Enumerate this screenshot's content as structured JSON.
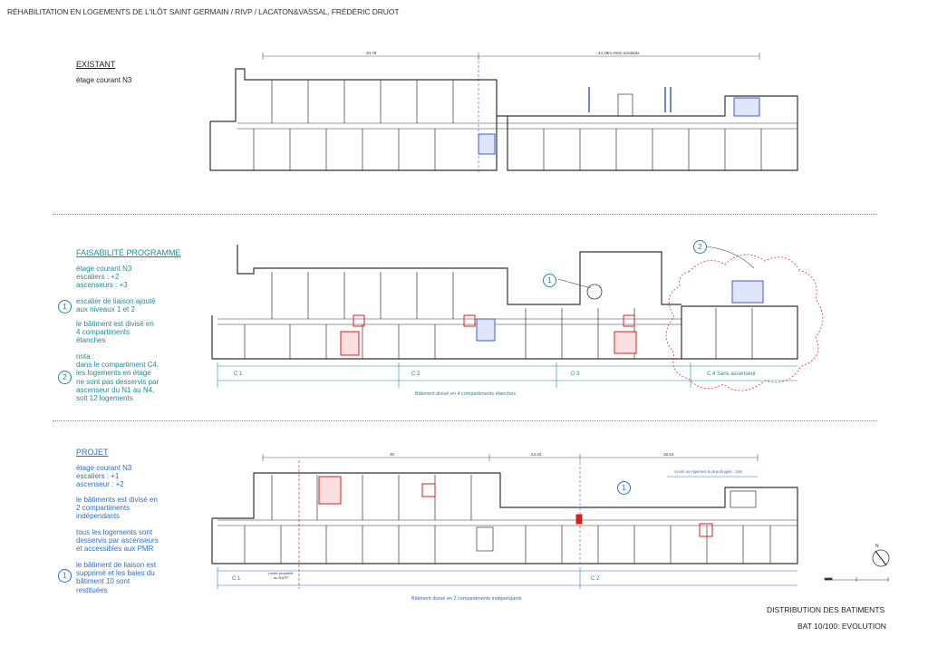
{
  "header": {
    "title": "RÉHABILITATION EN LOGEMENTS DE L'ILÔT SAINT GERMAIN / RIVP / LACATON&VASSAL, FRÉDÉRIC DRUOT"
  },
  "existant": {
    "title": "EXISTANT",
    "subtitle": "étage courant N3",
    "dim_left": "34.79",
    "dim_right": "44.29m entre existants"
  },
  "faisabilite": {
    "title": "FAISABILITÉ PROGRAMME",
    "lines": [
      "étage courant N3",
      "escaliers : +2",
      "ascenseurs : +3"
    ],
    "note1_num": "1",
    "note1": [
      "escalier de liaison ajouté",
      "aux niveaux 1 et 2"
    ],
    "division": [
      "le bâtiment est divisé en",
      "4 compartiments",
      "étanches"
    ],
    "nota": [
      "nota :",
      "dans le compartiment C4,",
      "les logements en étage",
      "ne sont pas desservis par",
      "ascenseur du N1 au N4,",
      "soit 12 logements"
    ],
    "note2_num": "2",
    "compartments": [
      "C 1",
      "C 2",
      "C 3",
      "C 4 Sans ascenseur"
    ],
    "caption": "Bâtiment divisé en 4 compartiments étanches",
    "callout1": "1",
    "callout2": "2"
  },
  "projet": {
    "title": "PROJET",
    "lines": [
      "étage courant N3",
      "escaliers : +1",
      "ascenseur : +2"
    ],
    "division": [
      "le bâtiments est divisé en",
      "2 compartiments",
      "indépendants"
    ],
    "access": [
      "tous les logements sont",
      "desservis par ascenseurs",
      "et accessibles aux PMR"
    ],
    "note1_num": "1",
    "note1": [
      "le bâtiment de liaison est",
      "supprimé et les baies du",
      "bâtiment 10 sont",
      "restituées"
    ],
    "dim1": "30",
    "dim2": "14.33",
    "dim3": "28.54",
    "access_dim": "Accès au logement le plus éloigné : 15m",
    "limit_label": [
      "Limite propriété",
      "au RATP"
    ],
    "compartments": [
      "C 1",
      "C 2"
    ],
    "caption": "Bâtiment divisé en 2 compartiments indépendants",
    "callout1": "1"
  },
  "footer": {
    "line1": "DISTRIBUTION DES BATIMENTS",
    "line2": "BAT 10/100: EVOLUTION",
    "north": "N"
  }
}
